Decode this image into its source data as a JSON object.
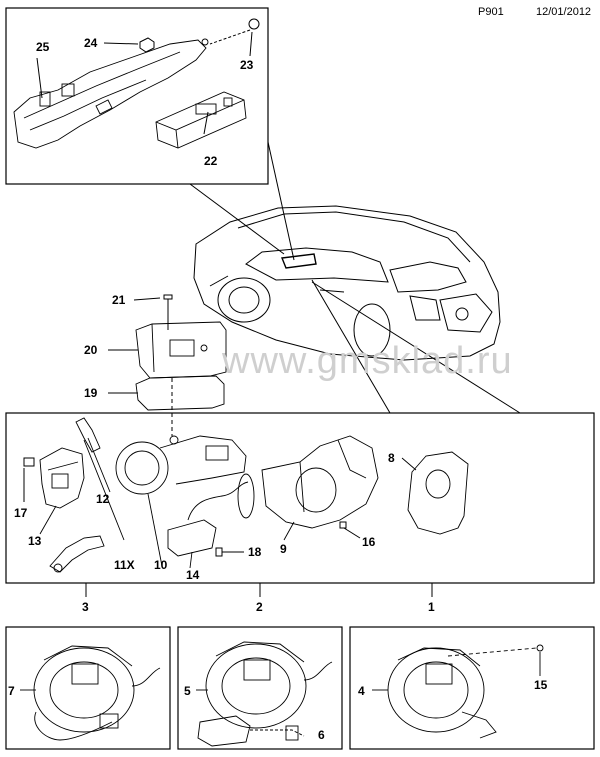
{
  "header": {
    "page_code": "P901",
    "date": "12/01/2012"
  },
  "watermark": "www.gmsklad.ru",
  "labels": {
    "n1": "1",
    "n2": "2",
    "n3": "3",
    "n4": "4",
    "n5": "5",
    "n6": "6",
    "n7": "7",
    "n8": "8",
    "n9": "9",
    "n10": "10",
    "n11x": "11X",
    "n12": "12",
    "n13": "13",
    "n14": "14",
    "n15": "15",
    "n16": "16",
    "n17": "17",
    "n18": "18",
    "n19": "19",
    "n20": "20",
    "n21": "21",
    "n22": "22",
    "n23": "23",
    "n24": "24",
    "n25": "25"
  }
}
